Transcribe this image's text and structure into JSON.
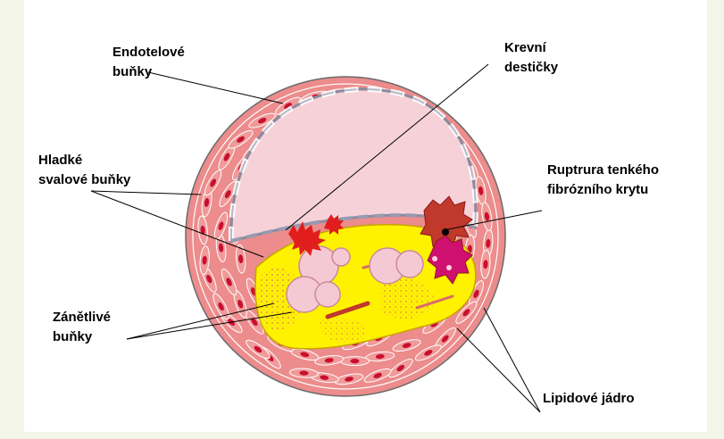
{
  "labels": {
    "endothelial_line1": "Endotelové",
    "endothelial_line2": "buňky",
    "platelets_line1": "Krevní",
    "platelets_line2": "destičky",
    "smooth_muscle_line1": "Hladké",
    "smooth_muscle_line2": "svalové buňky",
    "rupture_line1": "Ruptrura tenkého",
    "rupture_line2": "fibrózního krytu",
    "inflammatory_line1": "Zánětlivé",
    "inflammatory_line2": "buňky",
    "lipid_core": "Lipidové jádro"
  },
  "colors": {
    "page_background": "#f3f5e6",
    "panel_background": "#ffffff",
    "vessel_wall": "#ec8c8c",
    "cell_nucleus": "#c8102e",
    "lumen": "#f6d2d8",
    "endothelial_layer": "#b9b9c8",
    "lipid_core": "#fff200",
    "inflammatory_cells": "#f5c9d4",
    "platelets": "#e11d1d",
    "rupture_site": "#d01070"
  }
}
